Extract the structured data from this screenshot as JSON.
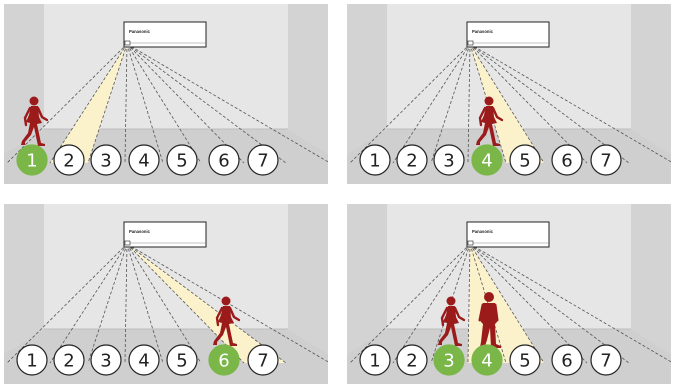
{
  "brand": "Panasonic",
  "zones": [
    "1",
    "2",
    "3",
    "4",
    "5",
    "6",
    "7"
  ],
  "colors": {
    "wall_back": "#e6e6e6",
    "wall_side": "#d3d3d3",
    "floor": "#cfcfcf",
    "floor_edge": "#bdbdbd",
    "beam": "#fbf2cc",
    "active_zone": "#7ab648",
    "person": "#9b1b1b",
    "outline": "#222222"
  },
  "panels": [
    {
      "id": "top-left",
      "active_zones": [
        1
      ],
      "people": [
        {
          "type": "woman",
          "zone": 1
        }
      ]
    },
    {
      "id": "top-right",
      "active_zones": [
        4
      ],
      "people": [
        {
          "type": "woman",
          "zone": 4
        }
      ]
    },
    {
      "id": "bottom-left",
      "active_zones": [
        6
      ],
      "people": [
        {
          "type": "woman",
          "zone": 6
        }
      ]
    },
    {
      "id": "bottom-right",
      "active_zones": [
        3,
        4
      ],
      "people": [
        {
          "type": "woman",
          "zone": 3
        },
        {
          "type": "man",
          "zone": 4
        }
      ]
    }
  ]
}
